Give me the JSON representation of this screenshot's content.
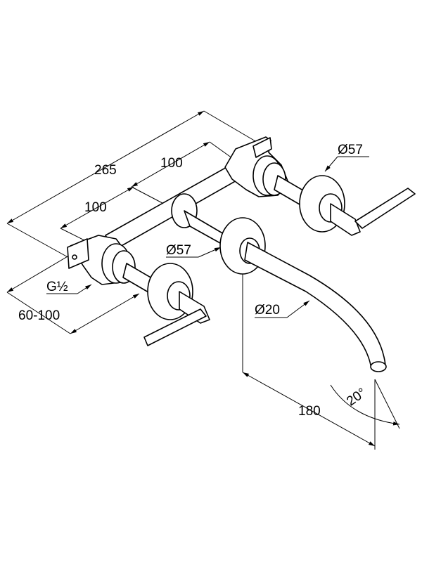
{
  "dimensions": {
    "overall_width": "265",
    "handle_spacing_right": "100",
    "handle_spacing_left": "100",
    "rosette_diameter_right": "Ø57",
    "rosette_diameter_center": "Ø57",
    "spout_diameter": "Ø20",
    "thread": "G½",
    "install_depth": "60-100",
    "spout_projection": "180",
    "spout_angle": "20°"
  }
}
